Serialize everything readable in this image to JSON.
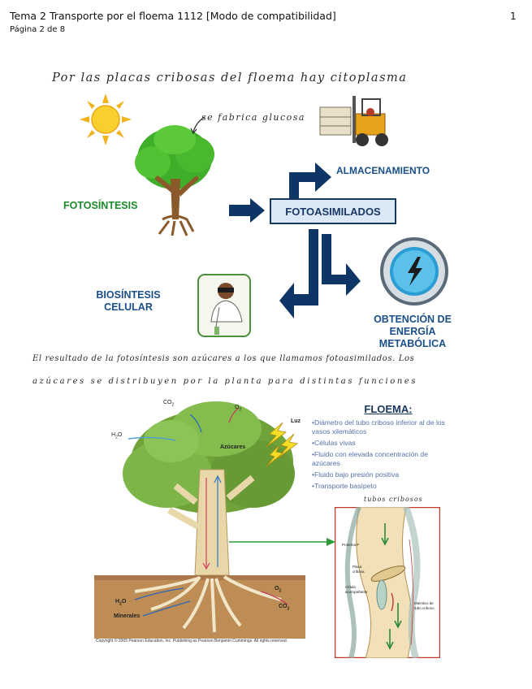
{
  "header": {
    "title": "Tema 2 Transporte por el floema 1112 [Modo de compatibilidad]",
    "page": "Página 2 de 8",
    "page_number": "1"
  },
  "notes": {
    "line1": "Por las placas cribosas del floema hay citoplasma",
    "glucosa": "se fabrica glucosa",
    "line2": "El resultado de la fotosíntesis son azúcares a los que llamamos fotoasimilados. Los",
    "line3": "azúcares se distribuyen por la planta para distintas funciones",
    "tubos": "tubos cribosos"
  },
  "diagram": {
    "fotosintesis": "FOTOSÍNTESIS",
    "fotoasimilados": "FOTOASIMILADOS",
    "almacenamiento": "ALMACENAMIENTO",
    "biosintesis": [
      "BIOSÍNTESIS",
      "CELULAR"
    ],
    "energia": [
      "OBTENCIÓN DE",
      "ENERGÍA",
      "METABÓLICA"
    ]
  },
  "tree": {
    "co2_top": "CO",
    "co2_top_sub": "2",
    "o2_top": "O",
    "o2_top_sub": "2",
    "luz": "Luz",
    "h2o_top": "H",
    "h2o_top_sub": "2",
    "h2o_top_o": "O",
    "azucares": "Azúcares",
    "h2o_bottom": "H",
    "h2o_bottom_sub": "2",
    "h2o_bottom_o": "O",
    "minerales": "Minerales",
    "o2_bottom": "O",
    "o2_bottom_sub": "2",
    "co2_bottom": "CO",
    "co2_bottom_sub": "2",
    "copyright": "Copyright © 2005 Pearson Education, Inc. Publishing as Pearson Benjamin Cummings. All rights reserved."
  },
  "floema": {
    "title": "FLOEMA:",
    "items": [
      "•Diámetro del tubo criboso inferior al de los vasos xilemáticos",
      "•Células vivas",
      "•Fluido con elevada concentración de azúcares",
      "•Fluido bajo presión positiva",
      "•Transporte basípeto"
    ],
    "labels": {
      "proteina": "Proteína P",
      "placa": "Placa cribosa",
      "celula": "Célula acompañante",
      "miembro": "Miembro de tubo criboso"
    }
  }
}
